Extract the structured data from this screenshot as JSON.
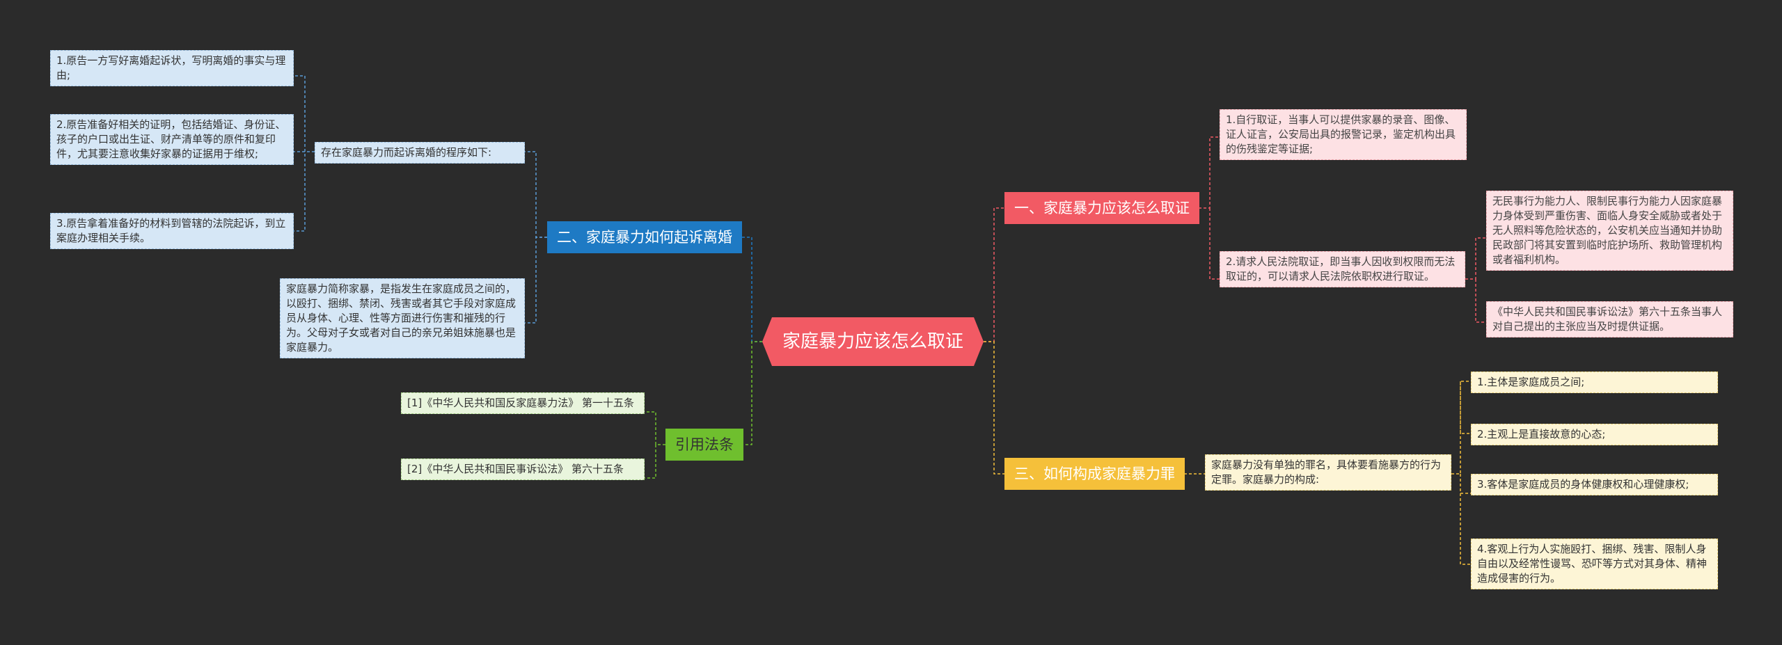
{
  "root": {
    "label": "家庭暴力应该怎么取证"
  },
  "branches": {
    "lawsuit": {
      "label": "二、家庭暴力如何起诉离婚"
    },
    "evidence": {
      "label": "一、家庭暴力应该怎么取证"
    },
    "crime": {
      "label": "三、如何构成家庭暴力罪"
    },
    "citations": {
      "label": "引用法条"
    }
  },
  "lawsuit": {
    "procedure": "存在家庭暴力而起诉离婚的程序如下:",
    "steps": [
      "1.原告一方写好离婚起诉状，写明离婚的事实与理由;",
      "2.原告准备好相关的证明，包括结婚证、身份证、孩子的户口或出生证、财产清单等的原件和复印件，尤其要注意收集好家暴的证据用于维权;",
      "3.原告拿着准备好的材料到管辖的法院起诉，到立案庭办理相关手续。"
    ],
    "definition": "家庭暴力简称家暴，是指发生在家庭成员之间的，以殴打、捆绑、禁闭、残害或者其它手段对家庭成员从身体、心理、性等方面进行伤害和摧残的行为。父母对子女或者对自己的亲兄弟姐妹施暴也是家庭暴力。"
  },
  "evidence": {
    "self": "1.自行取证，当事人可以提供家暴的录音、图像、证人证言，公安局出具的报警记录，鉴定机构出具的伤残鉴定等证据;",
    "court": "2.请求人民法院取证，即当事人因收到权限而无法取证的，可以请求人民法院依职权进行取证。",
    "incapacity": "无民事行为能力人、限制民事行为能力人因家庭暴力身体受到严重伤害、面临人身安全威胁或者处于无人照料等危险状态的，公安机关应当通知并协助民政部门将其安置到临时庇护场所、救助管理机构或者福利机构。",
    "burden": "《中华人民共和国民事诉讼法》第六十五条当事人对自己提出的主张应当及时提供证据。"
  },
  "crime": {
    "intro": "家庭暴力没有单独的罪名，具体要看施暴方的行为定罪。家庭暴力的构成:",
    "elements": [
      "1.主体是家庭成员之间;",
      "2.主观上是直接故意的心态;",
      "3.客体是家庭成员的身体健康权和心理健康权;",
      "4.客观上行为人实施殴打、捆绑、残害、限制人身自由以及经常性谩骂、恐吓等方式对其身体、精神造成侵害的行为。"
    ]
  },
  "citations": {
    "items": [
      "[1]《中华人民共和国反家庭暴力法》 第一十五条",
      "[2]《中华人民共和国民事诉讼法》 第六十五条"
    ]
  },
  "colors": {
    "background": "#2b2b2b",
    "root": "#f25a64",
    "blue": "#1e7ac4",
    "red": "#f25a64",
    "yellow": "#f5c03a",
    "green": "#6fbf2e"
  }
}
